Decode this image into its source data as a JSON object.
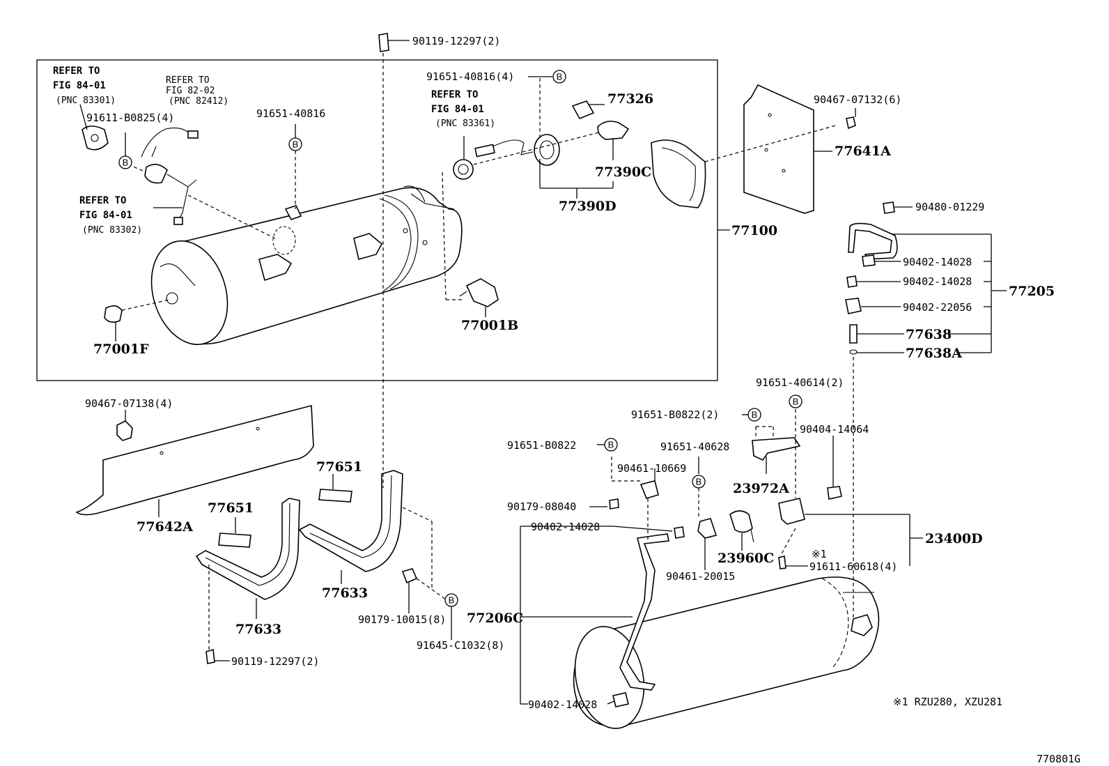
{
  "diagram_id": "770801G",
  "footnote": "※1  RZU280, XZU281",
  "footnote_mark": "※1",
  "callout_mark": "B",
  "refer": {
    "r1": [
      "REFER TO",
      "FIG 84-01",
      "(PNC 83301)"
    ],
    "r2": [
      "REFER TO",
      "FIG 82-02",
      "(PNC 82412)"
    ],
    "r3": [
      "REFER TO",
      "FIG 84-01",
      "(PNC 83302)"
    ],
    "r4": [
      "REFER TO",
      "FIG 84-01",
      "(PNC 83361)"
    ]
  },
  "parts": {
    "p90119_top": "90119-12297(2)",
    "p91651_40816_4": "91651-40816(4)",
    "p77326": "77326",
    "p91611_b0825": "91611-B0825(4)",
    "p91651_40816": "91651-40816",
    "p77390c": "77390C",
    "p77390d": "77390D",
    "p90467_07132": "90467-07132(6)",
    "p77641a": "77641A",
    "p77100": "77100",
    "p90480": "90480-01229",
    "p90402_14028_a": "90402-14028",
    "p90402_14028_b": "90402-14028",
    "p90402_22056": "90402-22056",
    "p77638": "77638",
    "p77638a": "77638A",
    "p77205": "77205",
    "p77001b": "77001B",
    "p77001f": "77001F",
    "p90467_07138": "90467-07138(4)",
    "p91651_40614": "91651-40614(2)",
    "p91651_b0822_2": "91651-B0822(2)",
    "p90404_14064": "90404-14064",
    "p91651_b0822": "91651-B0822",
    "p91651_40628": "91651-40628",
    "p23972a": "23972A",
    "p77651_r": "77651",
    "p77651_l": "77651",
    "p90461_10669": "90461-10669",
    "p90179_08040": "90179-08040",
    "p77642a": "77642A",
    "p90402_14028_c": "90402-14028",
    "p23400d": "23400D",
    "p23960c": "23960C",
    "p91611_60618": "91611-60618(4)",
    "p90461_20015": "90461-20015",
    "p77633_r": "77633",
    "p77633_l": "77633",
    "p90179_10015": "90179-10015(8)",
    "p77206c": "77206C",
    "p91645_c1032": "91645-C1032(8)",
    "p90119_bottom": "90119-12297(2)",
    "p90402_14028_d": "90402-14028"
  }
}
